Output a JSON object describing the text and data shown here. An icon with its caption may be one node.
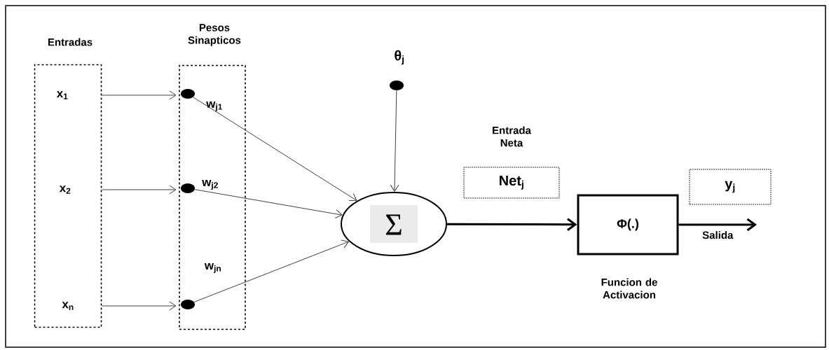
{
  "diagram": {
    "nodes": [
      {
        "text": [
          "Entradas"
        ]
      },
      {
        "text": [
          "x$_{1}$"
        ],
        "in": 0
      },
      {
        "text": [
          "x$_{2}$"
        ],
        "in": 0
      },
      {
        "text": [
          "x$_{n}$"
        ],
        "in": 0
      },
      {
        "text": [
          "Pesos Sinapticos"
        ]
      },
      {
        "text": [],
        "shape": "circle",
        "in": 4
      },
      {
        "text": [],
        "shape": "circle",
        "in": 4
      },
      {
        "text": [],
        "shape": "circle",
        "in": 4
      },
      {
        "text": [],
        "shape": "circle",
        "beside": [
          "θ$_{j}$"
        ]
      },
      {
        "text": [
          "Σ"
        ]
      },
      {
        "text": [
          "Entrada Neta",
          "Net$_{j}$"
        ]
      },
      {
        "text": [
          "Φ(.)"
        ],
        "beside": [
          "Funcion de Activacion"
        ]
      },
      {
        "text": [
          "y$_{j}$"
        ]
      }
    ],
    "edges": [
      {
        "from": 1,
        "to": 5,
        "arrow": "to"
      },
      {
        "from": 2,
        "to": 6,
        "arrow": "to"
      },
      {
        "from": 3,
        "to": 7,
        "arrow": "to"
      },
      {
        "from": 5,
        "to": 9,
        "arrow": "to"
      },
      {
        "from": 6,
        "to": 9,
        "arrow": "to"
      },
      {
        "from": 7,
        "to": 9,
        "arrow": "to"
      },
      {
        "from": 8,
        "to": 9,
        "arrow": "to"
      },
      {
        "from": 9,
        "to": 11,
        "arrow": "to",
        "style": "thick"
      },
      {
        "from": 11,
        "to": null,
        "arrow": "to",
        "style": "thick",
        "label": "Salida"
      }
    ],
    "labels": [
      "w$_{j1}$",
      "w$_{j2}$",
      "w$_{jn}$"
    ]
  }
}
